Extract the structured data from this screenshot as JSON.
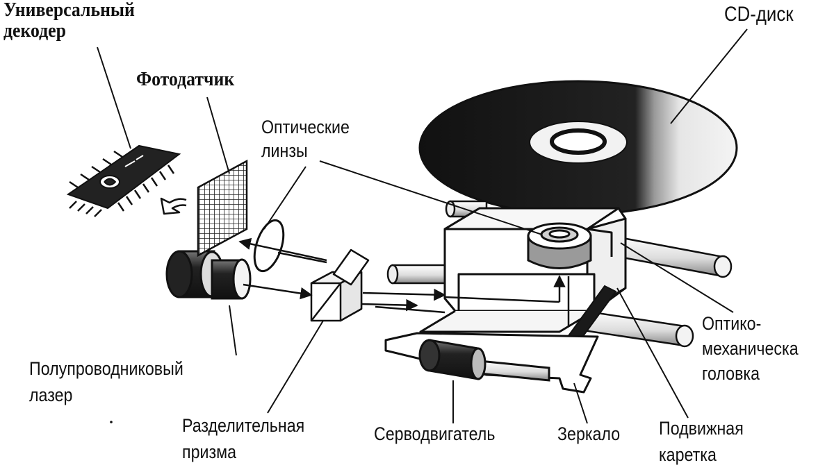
{
  "labels": {
    "decoder": [
      "Универсальный",
      "декодер"
    ],
    "photosensor": "Фотодатчик",
    "cd_disk": "CD-диск",
    "lenses": [
      "Оптические",
      "линзы"
    ],
    "optomech_head": [
      "Оптико-",
      "механическа",
      "головка"
    ],
    "laser": [
      "Полупроводниковый",
      "лазер"
    ],
    "prism": [
      "Разделительная",
      "призма"
    ],
    "servo": "Серводвигатель",
    "mirror": "Зеркало",
    "carriage": [
      "Подвижная",
      "каретка"
    ]
  },
  "colors": {
    "ink": "#111111",
    "disk": "#1c1c1c",
    "metal": "#555555",
    "paper": "#ffffff"
  }
}
